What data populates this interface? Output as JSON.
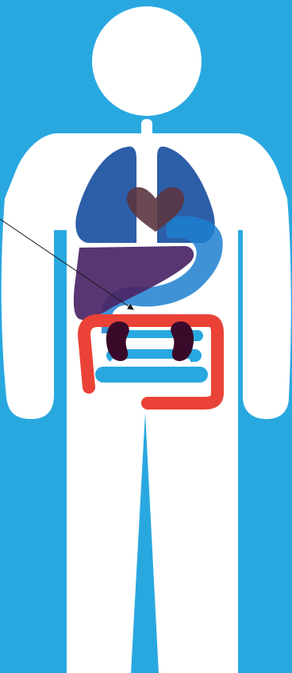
{
  "figure": {
    "colors": {
      "background": "#29a8e0",
      "body": "#ffffff",
      "lungs": "#2d5ea8",
      "heart": "#5b3540",
      "liver": "#4a2566",
      "stomach": "#1f7fd0",
      "small_intestine": "#29a8e0",
      "large_intestine": "#ea4236",
      "kidneys": "#3a0a2a",
      "pointer": "#1a1a1a"
    },
    "organs": [
      {
        "id": "lungs",
        "icon": "lungs-icon"
      },
      {
        "id": "heart",
        "icon": "heart-icon"
      },
      {
        "id": "liver",
        "icon": "liver-icon"
      },
      {
        "id": "stomach",
        "icon": "stomach-icon"
      },
      {
        "id": "small_intestine",
        "icon": "small-intestine-icon"
      },
      {
        "id": "large_intestine",
        "icon": "large-intestine-icon"
      },
      {
        "id": "kidneys",
        "icon": "kidneys-icon"
      }
    ]
  }
}
